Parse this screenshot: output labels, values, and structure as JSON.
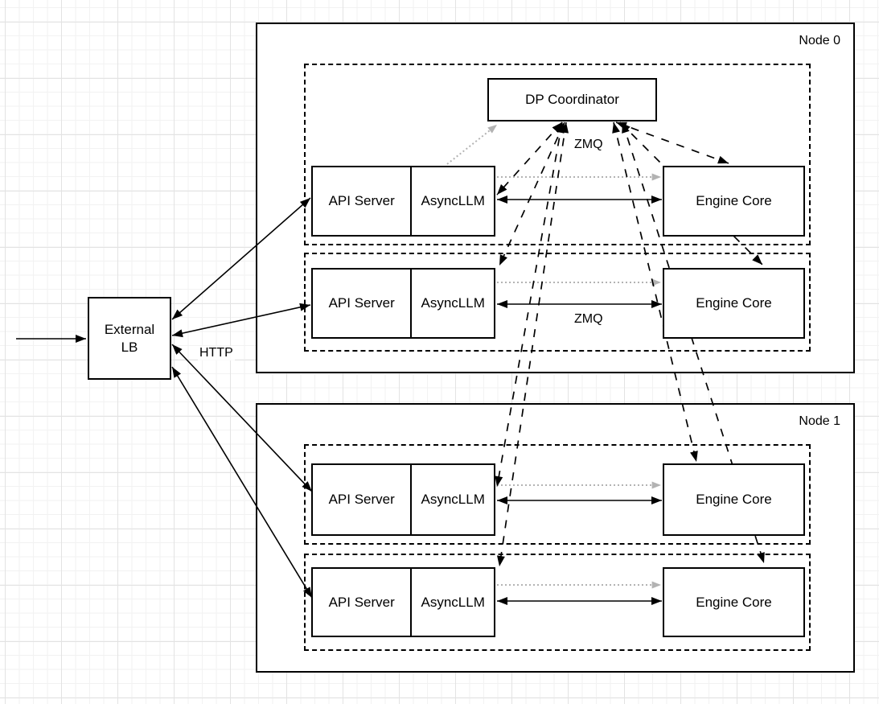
{
  "external_lb": {
    "label": "External LB"
  },
  "dp_coordinator": {
    "label": "DP Coordinator"
  },
  "nodes": [
    {
      "label": "Node 0",
      "rows": [
        {
          "api_server": "API Server",
          "async_llm": "AsyncLLM",
          "engine_core": "Engine Core"
        },
        {
          "api_server": "API Server",
          "async_llm": "AsyncLLM",
          "engine_core": "Engine Core"
        }
      ]
    },
    {
      "label": "Node 1",
      "rows": [
        {
          "api_server": "API Server",
          "async_llm": "AsyncLLM",
          "engine_core": "Engine Core"
        },
        {
          "api_server": "API Server",
          "async_llm": "AsyncLLM",
          "engine_core": "Engine Core"
        }
      ]
    }
  ],
  "edge_labels": {
    "http": "HTTP",
    "zmq_coordinator": "ZMQ",
    "zmq_engine": "ZMQ"
  },
  "colors": {
    "line": "#000000",
    "gray_line": "#b3b3b3",
    "box_fill": "#ffffff",
    "grid_minor": "#f2f2f2",
    "grid_major": "#e3e3e3",
    "bg": "#ffffff"
  }
}
